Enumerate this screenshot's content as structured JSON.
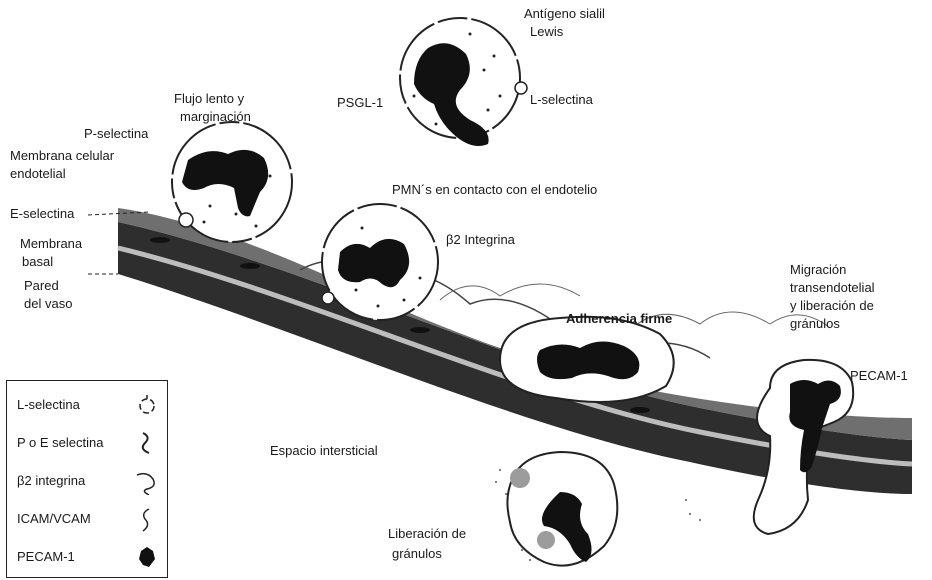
{
  "labels": {
    "antigeno": "Antígeno sialil",
    "lewis": "Lewis",
    "psgl": "PSGL-1",
    "l_selectina": "L-selectina",
    "flujo_1": "Flujo lento y",
    "flujo_2": "marginación",
    "p_selectina": "P-selectina",
    "membrana_cel_1": "Membrana celular",
    "membrana_cel_2": "endotelial",
    "e_selectina": "E-selectina",
    "membrana_basal_1": "Membrana",
    "membrana_basal_2": "basal",
    "pared_1": "Pared",
    "pared_2": "del vaso",
    "pmn": "PMN´s en contacto con el endotelio",
    "b2_integrina": "β2 Integrina",
    "adherencia": "Adherencia firme",
    "migracion_1": "Migración",
    "migracion_2": "transendotelial",
    "migracion_3": "y liberación de",
    "migracion_4": "gránulos",
    "pecam": "PECAM-1",
    "espacio": "Espacio intersticial",
    "liberacion_1": "Liberación de",
    "liberacion_2": "gránulos"
  },
  "legend": [
    {
      "label": "L-selectina",
      "icon": "l-selectin-icon"
    },
    {
      "label": "P o E selectina",
      "icon": "selectin-icon"
    },
    {
      "label": "β2 integrina",
      "icon": "integrin-icon"
    },
    {
      "label": "ICAM/VCAM",
      "icon": "icam-icon"
    },
    {
      "label": "PECAM-1",
      "icon": "pecam-icon"
    }
  ]
}
